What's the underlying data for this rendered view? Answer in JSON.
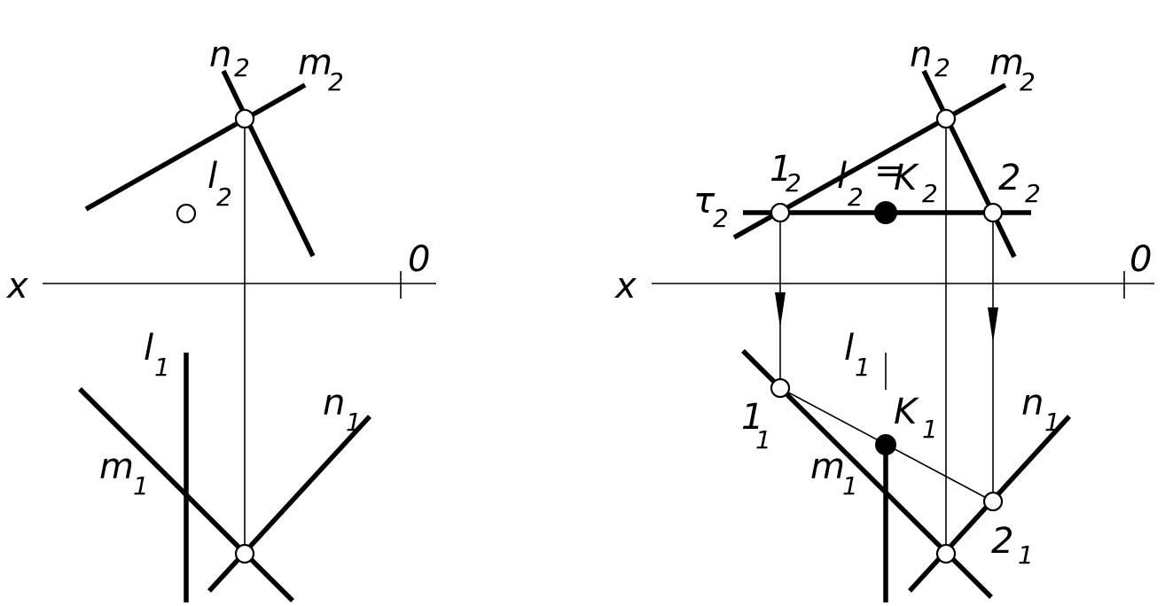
{
  "labels": {
    "x": "x",
    "o": "0",
    "n": "n",
    "m": "m",
    "l": "l",
    "tau": "τ",
    "one": "1",
    "two": "2",
    "k": "K",
    "eq": "=",
    "idx_proj2": "2",
    "idx_proj1": "1"
  },
  "colors": {
    "ink": "#000000",
    "background": "#ffffff"
  }
}
